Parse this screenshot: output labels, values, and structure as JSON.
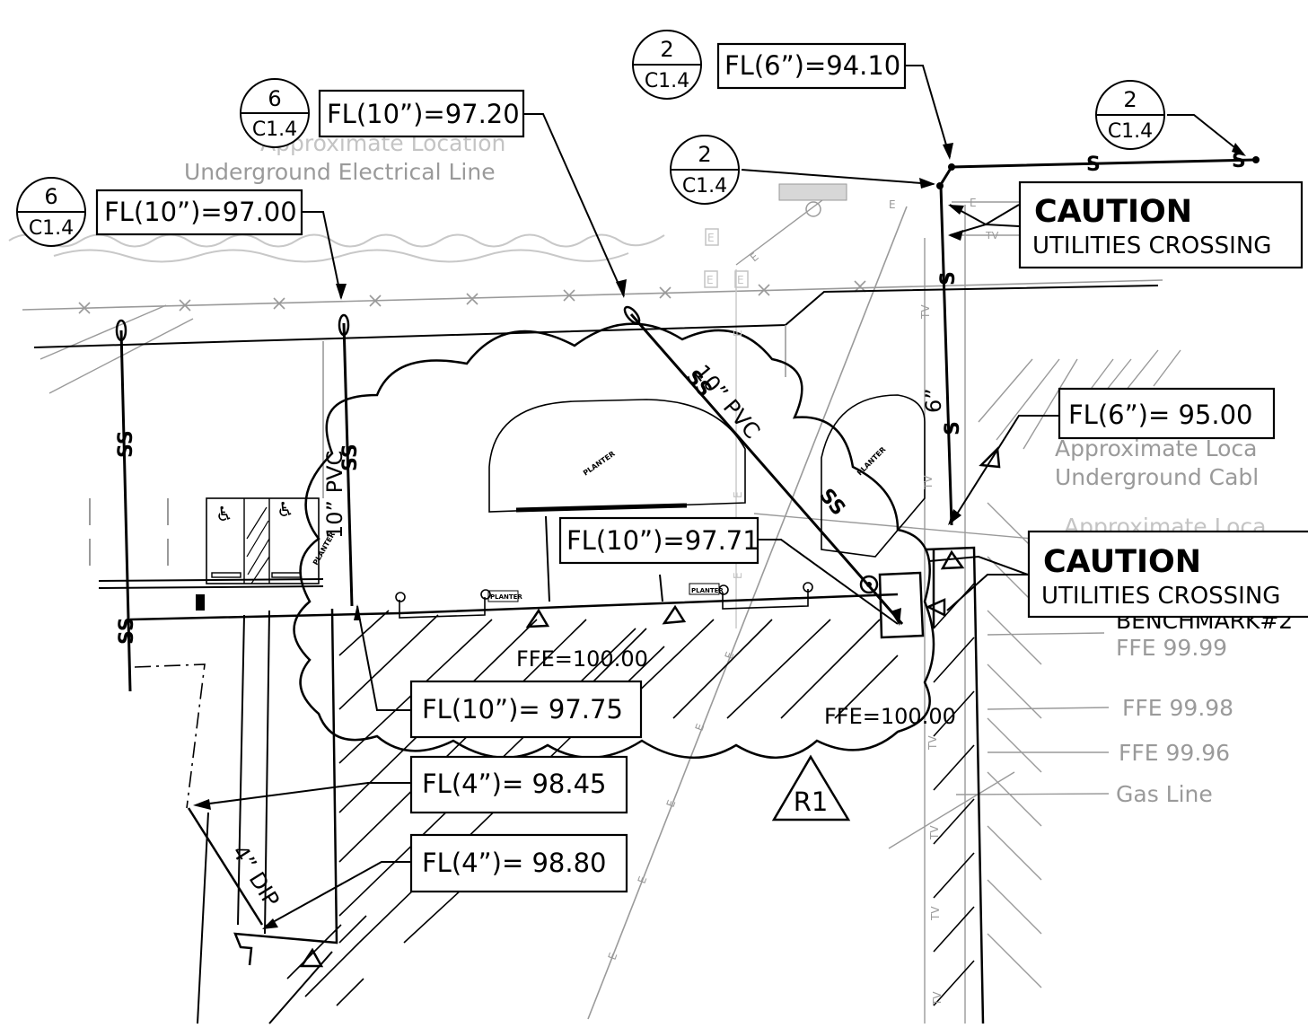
{
  "flow_labels": {
    "fl1": "FL(10”)=97.20",
    "fl2": "FL(10”)=97.00",
    "fl3": "FL(6”)=94.10",
    "fl4": "FL(6”)=  95.00",
    "fl5": "FL(10”)=97.71",
    "fl6": "FL(10”)=  97.75",
    "fl7": "FL(4”)=  98.45",
    "fl8": "FL(4”)=  98.80"
  },
  "detail_refs": {
    "r1": {
      "number": "6",
      "sheet": "C1.4"
    },
    "r2": {
      "number": "6",
      "sheet": "C1.4"
    },
    "r3": {
      "number": "2",
      "sheet": "C1.4"
    },
    "r4": {
      "number": "2",
      "sheet": "C1.4"
    },
    "r5": {
      "number": "2",
      "sheet": "C1.4"
    }
  },
  "cautions": [
    {
      "title": "CAUTION",
      "subtitle": "UTILITIES CROSSING"
    },
    {
      "title": "CAUTION",
      "subtitle": "UTILITIES CROSSING"
    }
  ],
  "notes": {
    "approx_loc": "Approximate Location",
    "ug_elec": "Underground Electrical Line",
    "approx_loc_right": "Approximate Loca",
    "ug_cable": "Underground Cabl",
    "approx_loc_right2": "Approximate Loca",
    "benchmark": "BENCHMARK#2",
    "ffe_9999": "FFE 99.99",
    "ffe_9998": "FFE 99.98",
    "ffe_9996": "FFE 99.96",
    "gas_line": "Gas Line"
  },
  "elevations": {
    "ffe_center": "FFE=100.00",
    "ffe_right": "FFE=100.00"
  },
  "pipes": {
    "pvc_10_diag": "10” PVC",
    "pvc_10_vert": "10” PVC",
    "dip_4": "4” DIP",
    "six_in": "6”",
    "ss": "SS",
    "s": "S",
    "e": "E",
    "tv": "TV"
  },
  "planters": {
    "label": "PLANTER"
  },
  "revision": {
    "tag": "R1"
  }
}
